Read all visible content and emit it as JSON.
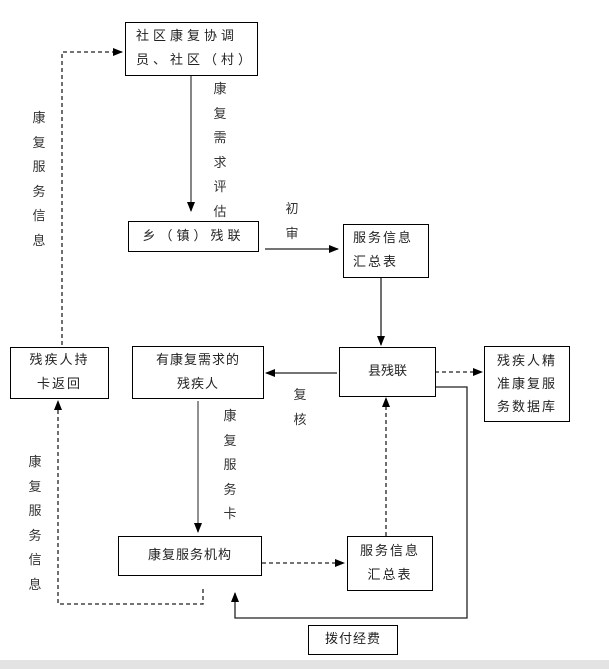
{
  "diagram": {
    "nodes": {
      "community_coordinator": {
        "line1": "社区康复协调",
        "line2": "员、社区（村）"
      },
      "township_federation": {
        "label": "乡（镇）残联"
      },
      "summary_table_top": {
        "line1": "服务信息",
        "line2": "汇总表"
      },
      "county_federation": {
        "label": "县残联"
      },
      "database": {
        "line1": "残疾人精",
        "line2": "准康复服",
        "line3": "务数据库"
      },
      "disabled_with_needs": {
        "line1": "有康复需求的",
        "line2": "残疾人"
      },
      "card_return": {
        "line1": "残疾人持",
        "line2": "卡返回"
      },
      "rehab_institution": {
        "label": "康复服务机构"
      },
      "summary_table_bottom": {
        "line1": "服务信息",
        "line2": "汇总表"
      },
      "funding": {
        "label": "拨付经费"
      }
    },
    "edge_labels": {
      "needs_assessment": "康复需求评估",
      "preliminary_review": "初审",
      "re_review": "复核",
      "service_card": "康复服务卡",
      "service_info_top": "康复服务信息",
      "service_info_bottom": "康复服务信息"
    }
  }
}
